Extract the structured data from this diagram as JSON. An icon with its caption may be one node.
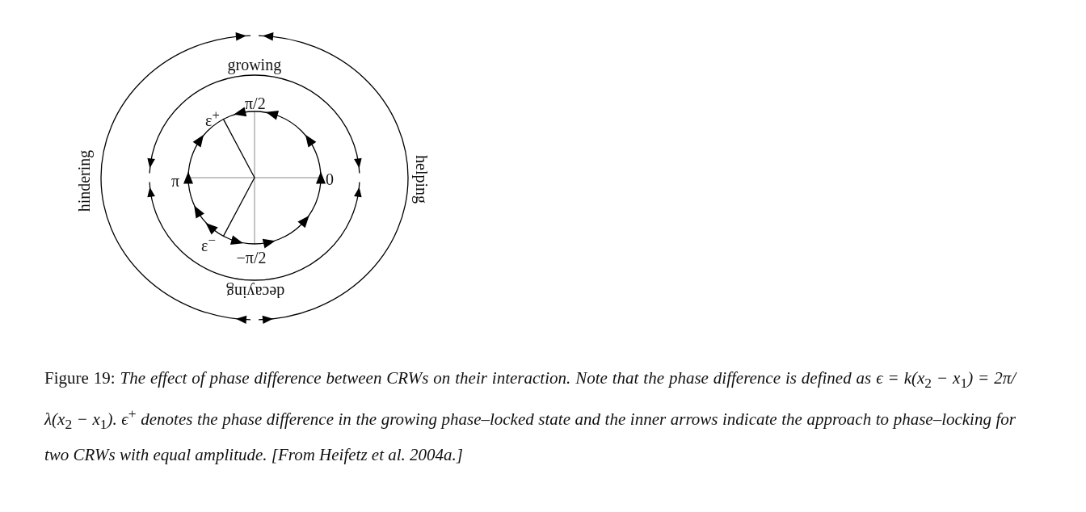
{
  "diagram": {
    "caption": "Figure 19: *The effect of phase difference between CRWs on their interaction. Note that the phase difference is defined as ϵ = k(x*$_{2}$ *− x*$_{1}$*) = 2π/λ(x*$_{2}$ *− x*$_{1}$*). ϵ*$^{+}$ *denotes the phase difference in the growing phase–locked state and the inner arrows indicate the approach to phase–locking for two CRWs with equal amplitude. [From Heifetz et al. 2004a.]*",
    "labels": [
      "growing",
      "π/2",
      "ε$^{+}$",
      "hindering",
      "π",
      "0",
      "helping",
      "ε$^{−}$",
      "−π/2",
      "decaying"
    ]
  }
}
